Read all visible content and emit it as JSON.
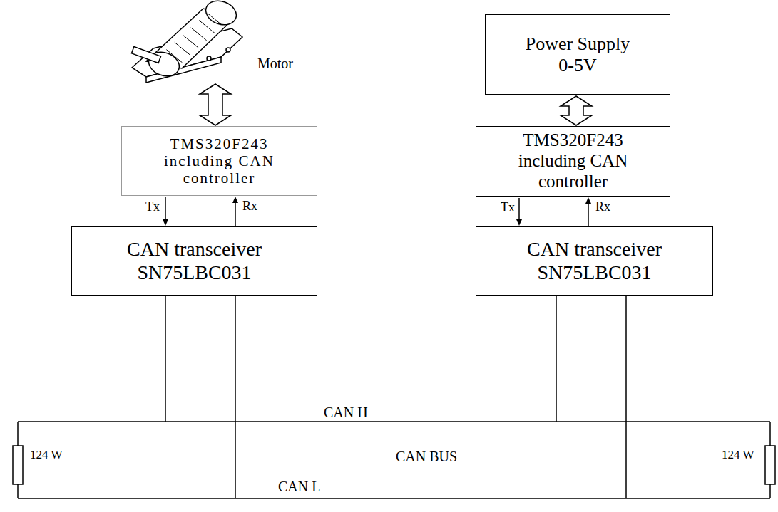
{
  "diagram": {
    "nodes": [
      {
        "text": [
          "Motor"
        ]
      },
      {
        "text": [
          "Power Supply 0-5V"
        ]
      },
      {
        "text": [
          "TMS320F243 including CAN controller"
        ]
      },
      {
        "text": [
          "TMS320F243 including CAN controller"
        ]
      },
      {
        "text": [
          "CAN transceiver SN75LBC031"
        ]
      },
      {
        "text": [
          "CAN transceiver SN75LBC031"
        ]
      }
    ],
    "edges": [
      {
        "from": 0,
        "to": 2,
        "arrow": "both"
      },
      {
        "from": 1,
        "to": 3,
        "arrow": "both"
      },
      {
        "from": 2,
        "to": 4,
        "label": "Tx",
        "arrow": "to"
      },
      {
        "from": 4,
        "to": 2,
        "label": "Rx",
        "arrow": "to"
      },
      {
        "from": 3,
        "to": 5,
        "label": "Tx",
        "arrow": "to"
      },
      {
        "from": 5,
        "to": 3,
        "label": "Rx",
        "arrow": "to"
      }
    ],
    "labels": [
      "CAN H",
      "CAN BUS",
      "CAN L",
      "124 W",
      "124 W"
    ]
  }
}
